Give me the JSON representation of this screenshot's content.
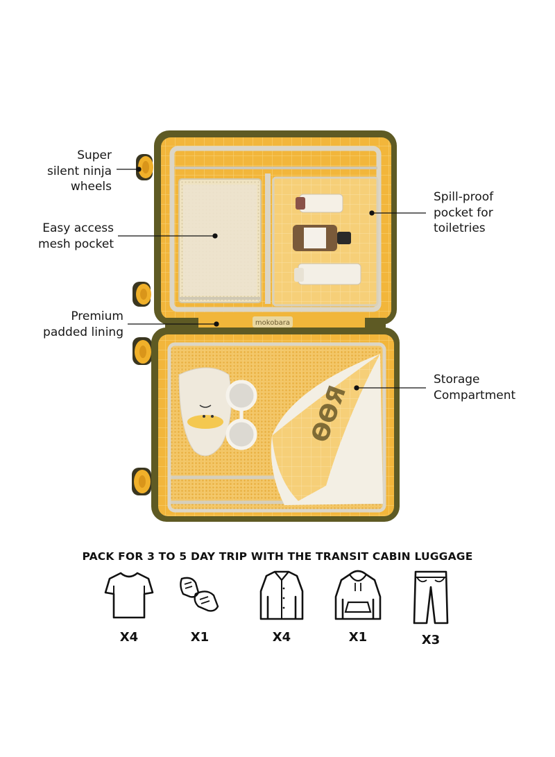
{
  "callouts": {
    "wheels": [
      "Super",
      "silent ninja",
      "wheels"
    ],
    "mesh": [
      "Easy access",
      "mesh pocket"
    ],
    "lining": [
      "Premium",
      "padded lining"
    ],
    "spill": [
      "Spill-proof",
      "pocket for",
      "toiletries"
    ],
    "storage": [
      "Storage",
      "Compartment"
    ]
  },
  "product": {
    "brand_tag": "mokobara"
  },
  "packing": {
    "headline": "PACK FOR 3 TO 5 DAY TRIP WITH THE TRANSIT CABIN LUGGAGE",
    "items": [
      {
        "icon": "tshirt-icon",
        "count": "X4"
      },
      {
        "icon": "sneakers-icon",
        "count": "X1"
      },
      {
        "icon": "shirt-icon",
        "count": "X4"
      },
      {
        "icon": "hoodie-icon",
        "count": "X1"
      },
      {
        "icon": "trousers-icon",
        "count": "X3"
      }
    ]
  },
  "colors": {
    "shell": "#5e5a24",
    "lining": "#f1b63a",
    "lining_light": "#f7cf6a",
    "wheel": "#f0b02a",
    "trim": "#dcd6c6"
  }
}
